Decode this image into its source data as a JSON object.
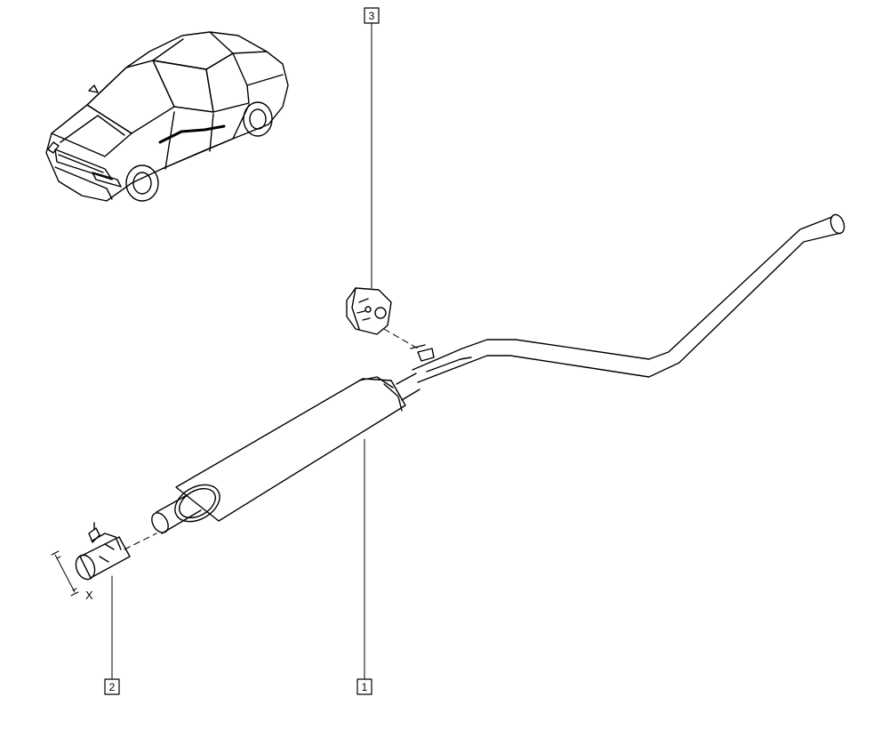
{
  "callouts": [
    {
      "id": "1",
      "label": "1"
    },
    {
      "id": "2",
      "label": "2"
    },
    {
      "id": "3",
      "label": "3"
    }
  ],
  "dimension_label": "X",
  "icons": {
    "vehicle": "sedan-locator-icon",
    "exhaust": "exhaust-pipe-icon",
    "clamp": "clamp-icon",
    "mount": "rubber-mount-icon"
  }
}
